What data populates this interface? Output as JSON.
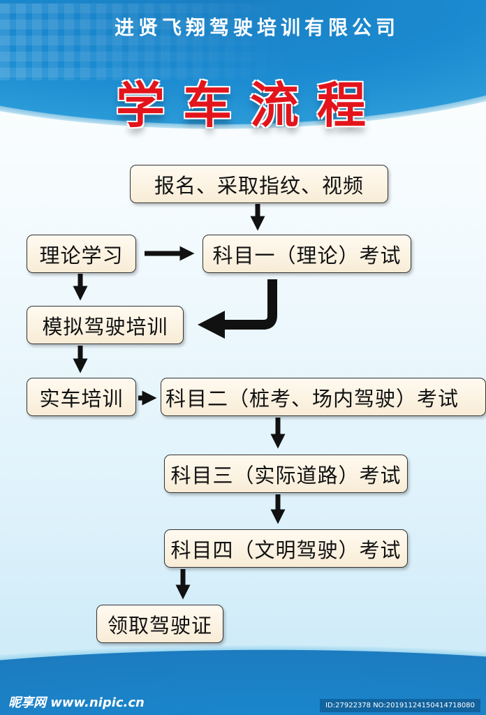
{
  "header": {
    "company": "进贤飞翔驾驶培训有限公司",
    "title": "学车流程"
  },
  "steps": {
    "s1": "报名、采取指纹、视频",
    "s2": "理论学习",
    "s3": "科目一（理论）考试",
    "s4": "模拟驾驶培训",
    "s5": "实车培训",
    "s6": "科目二（桩考、场内驾驶）考试",
    "s7": "科目三（实际道路）考试",
    "s8": "科目四（文明驾驶）考试",
    "s9": "领取驾驶证"
  },
  "footer": {
    "logo": "昵享网 www.nipic.cn",
    "id": "ID:27922378 NO:20191124150414718080"
  }
}
